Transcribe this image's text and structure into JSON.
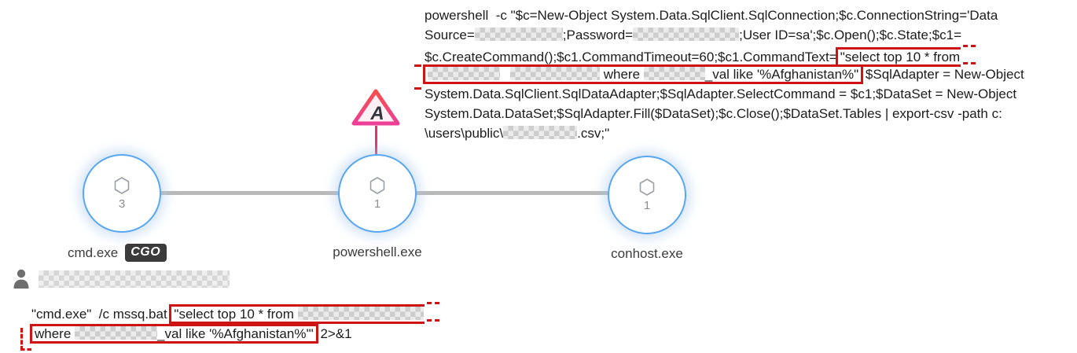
{
  "colors": {
    "annotation_red": "#cf1313",
    "node_border_blue": "#57a7f3",
    "alert_pink": "#ed3f96",
    "alert_red": "#f6504b",
    "badge_bg": "#3b3b3b",
    "connector_gray": "#b9b9b9"
  },
  "top_command": {
    "l1": "powershell  -c \"$c=New-Object System.Data.SqlClient.SqlConnection;$c.ConnectionString='Data",
    "l2a": "Source=",
    "l2b": ";Password=",
    "l2c": ";User ID=sa';$c.Open();$c.State;$c1=",
    "l3a": "$c.CreateCommand();$c1.CommandTimeout=60;$c1.CommandText=",
    "l3box": "\"select top 10 * from",
    "l4where": " where ",
    "l4tail": "_val like '%Afghanistan%\"",
    "l4after": " $SqlAdapter = New-Object",
    "l5": "System.Data.SqlClient.SqlDataAdapter;$SqlAdapter.SelectCommand = $c1;$DataSet = New-Object",
    "l6": "System.Data.DataSet;$SqlAdapter.Fill($DataSet);$c.Close();$DataSet.Tables | export-csv -path c:",
    "l7a": "\\users\\public\\",
    "l7b": ".csv;\""
  },
  "process_tree": {
    "nodes": [
      {
        "name": "cmd.exe",
        "count": "3",
        "badge": "CGO"
      },
      {
        "name": "powershell.exe",
        "count": "1",
        "alert_label": "A"
      },
      {
        "name": "conhost.exe",
        "count": "1"
      }
    ]
  },
  "bottom_command": {
    "l1a": "\"cmd.exe\"  /c mssq.bat ",
    "l1box": "\"select top 10 * from ",
    "l2where": "where ",
    "l2tail": "_val like '%Afghanistan%'\"",
    "l2after": " 2>&1"
  },
  "icons": {
    "process": "hexagon-icon",
    "user": "user-silhouette-icon",
    "alert": "alert-triangle-icon"
  }
}
